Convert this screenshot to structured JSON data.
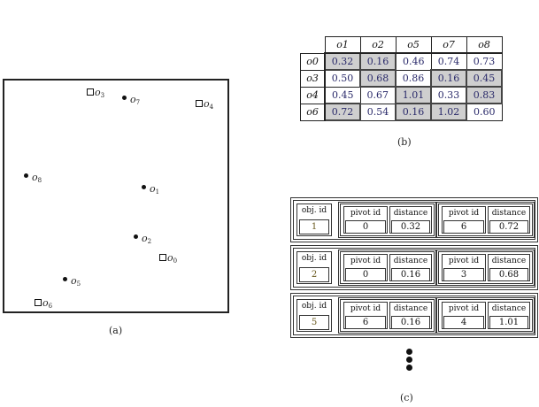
{
  "panel_a": {
    "caption": "(a)",
    "objects": [
      {
        "base": "o",
        "sub": "3",
        "marker": "square"
      },
      {
        "base": "o",
        "sub": "7",
        "marker": "dot"
      },
      {
        "base": "o",
        "sub": "4",
        "marker": "square"
      },
      {
        "base": "o",
        "sub": "8",
        "marker": "dot"
      },
      {
        "base": "o",
        "sub": "1",
        "marker": "dot"
      },
      {
        "base": "o",
        "sub": "2",
        "marker": "dot"
      },
      {
        "base": "o",
        "sub": "0",
        "marker": "square"
      },
      {
        "base": "o",
        "sub": "5",
        "marker": "dot"
      },
      {
        "base": "o",
        "sub": "6",
        "marker": "square"
      }
    ]
  },
  "panel_b": {
    "caption": "(b)",
    "columns": [
      "o1",
      "o2",
      "o5",
      "o7",
      "o8"
    ],
    "rows": [
      {
        "label": "o0",
        "values": [
          "0.32",
          "0.16",
          "0.46",
          "0.74",
          "0.73"
        ],
        "highlight": [
          true,
          true,
          false,
          false,
          false
        ]
      },
      {
        "label": "o3",
        "values": [
          "0.50",
          "0.68",
          "0.86",
          "0.16",
          "0.45"
        ],
        "highlight": [
          false,
          true,
          false,
          true,
          true
        ]
      },
      {
        "label": "o4",
        "values": [
          "0.45",
          "0.67",
          "1.01",
          "0.33",
          "0.83"
        ],
        "highlight": [
          false,
          false,
          true,
          false,
          true
        ]
      },
      {
        "label": "o6",
        "values": [
          "0.72",
          "0.54",
          "0.16",
          "1.02",
          "0.60"
        ],
        "highlight": [
          true,
          false,
          true,
          true,
          false
        ]
      }
    ]
  },
  "panel_c": {
    "caption": "(c)",
    "obj_label": "obj. id",
    "pivot_label": "pivot id",
    "distance_label": "distance",
    "entries": [
      {
        "obj_id": "1",
        "pairs": [
          {
            "pivot": "0",
            "distance": "0.32"
          },
          {
            "pivot": "6",
            "distance": "0.72"
          }
        ]
      },
      {
        "obj_id": "2",
        "pairs": [
          {
            "pivot": "0",
            "distance": "0.16"
          },
          {
            "pivot": "3",
            "distance": "0.68"
          }
        ]
      },
      {
        "obj_id": "5",
        "pairs": [
          {
            "pivot": "6",
            "distance": "0.16"
          },
          {
            "pivot": "4",
            "distance": "1.01"
          }
        ]
      }
    ]
  }
}
